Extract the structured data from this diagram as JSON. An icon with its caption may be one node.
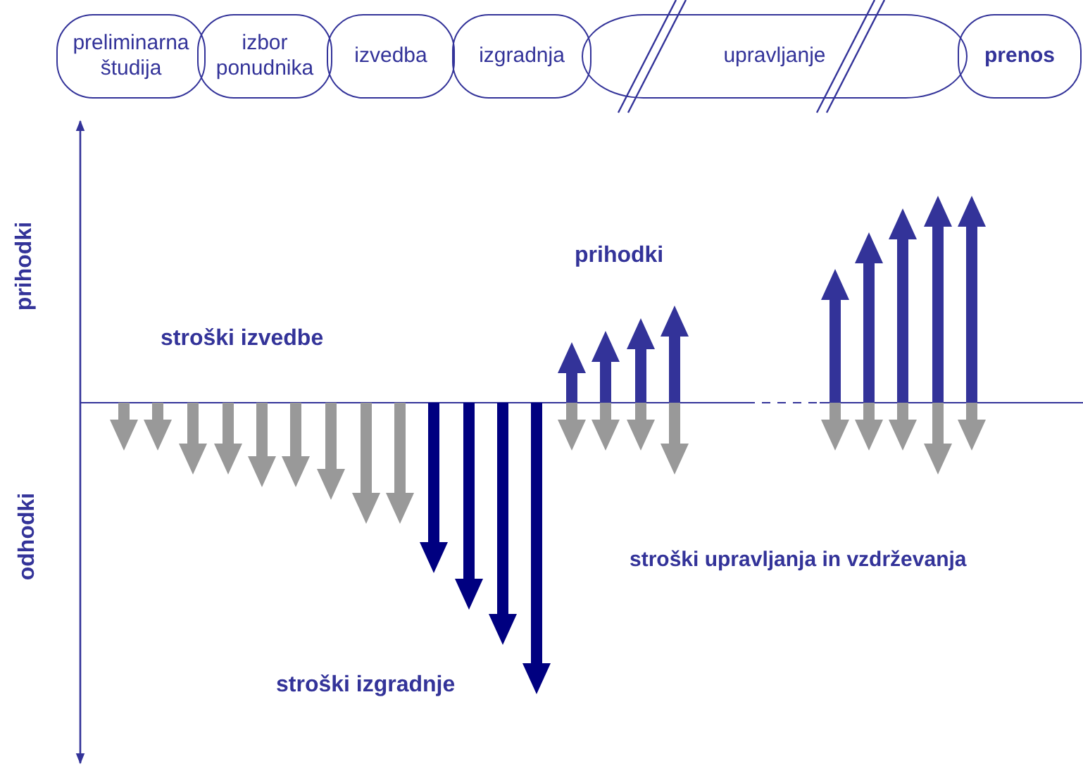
{
  "diagram": {
    "nodes": [
      {
        "text": [
          "preliminarna študija"
        ]
      },
      {
        "text": [
          "izbor ponudnika"
        ]
      },
      {
        "text": [
          "izvedba"
        ]
      },
      {
        "text": [
          "izgradnja"
        ]
      },
      {
        "text": [
          "upravljanje"
        ]
      },
      {
        "text": [
          "prenos"
        ]
      }
    ],
    "labels": [
      "prihodki",
      "odhodki",
      "stroški izvedbe",
      "prihodki",
      "stroški upravljanja in vzdrževanja",
      "stroški izgradnje"
    ]
  }
}
